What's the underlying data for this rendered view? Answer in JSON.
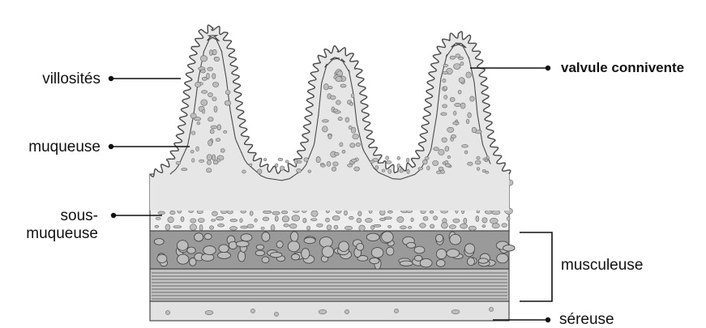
{
  "labels": {
    "villosites": "villosités",
    "valvule_connivente": "valvule connivente",
    "muqueuse": "muqueuse",
    "sous_muqueuse_line1": "sous-",
    "sous_muqueuse_line2": "muqueuse",
    "musculeuse": "musculeuse",
    "sereuse": "séreuse"
  },
  "colors": {
    "outline": "#4a4a4a",
    "mucosa_fill": "#e6e6e6",
    "submucosa_fill": "#eeeeee",
    "muscle_circular_fill": "#9a9a9a",
    "cell_fill": "#bdbdbd",
    "muscle_long_fill": "#c4c4c4",
    "serosa_fill": "#e2e2e2",
    "leader": "#111111"
  }
}
